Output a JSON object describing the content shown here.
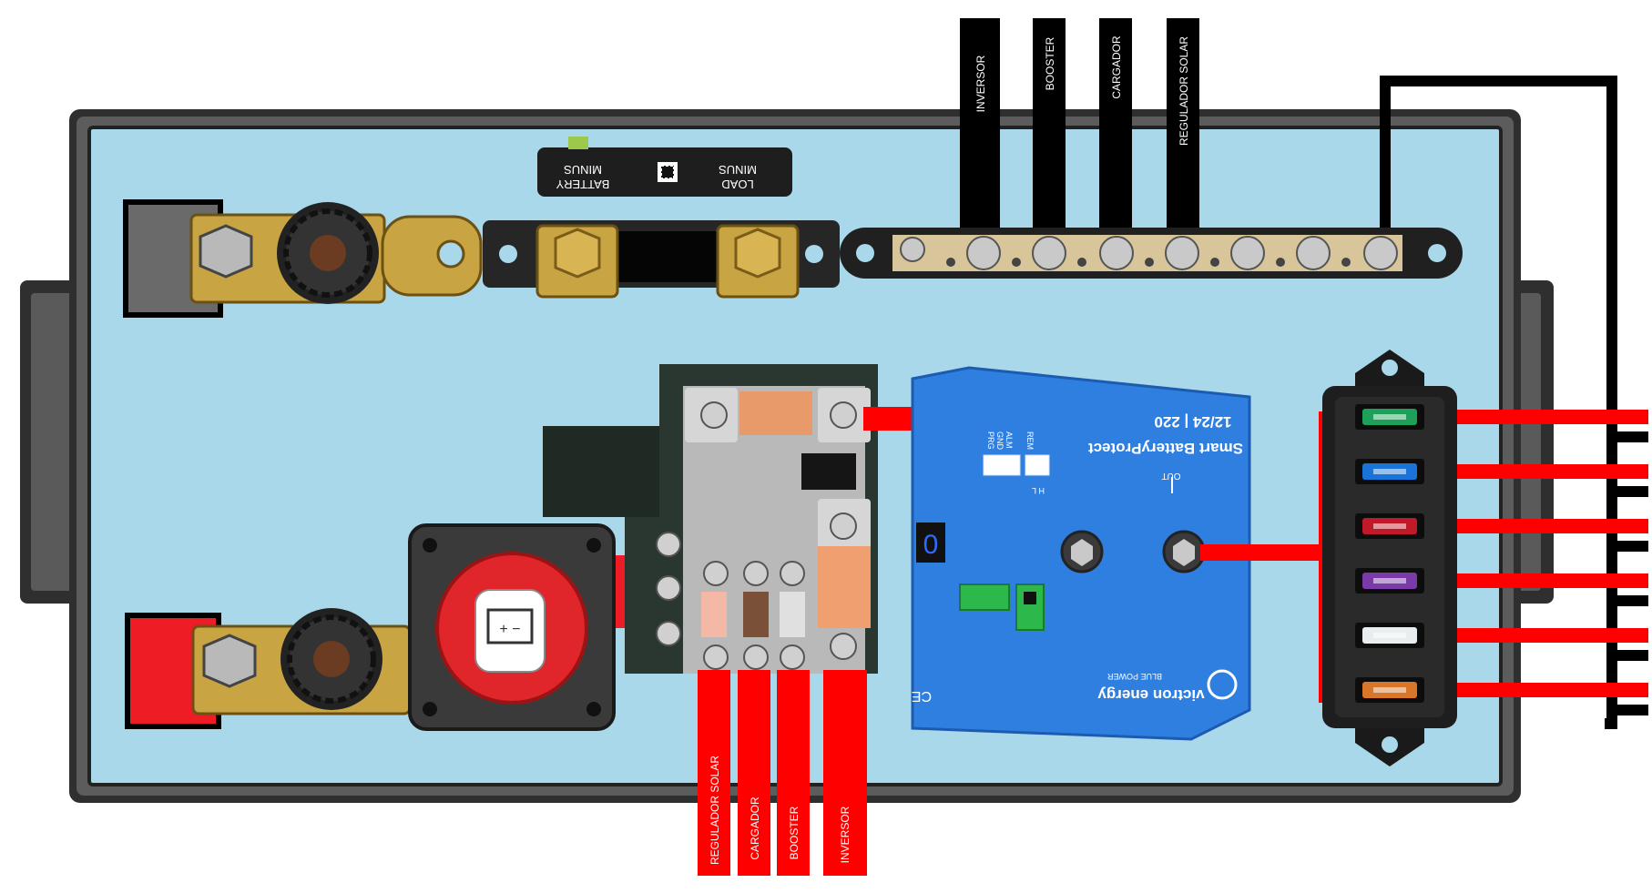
{
  "colors": {
    "panel": "#a8d8ea",
    "tray": "#3b3b3b",
    "red_wire": "#ff0000",
    "black_wire": "#000000",
    "victron_blue": "#2f7fe0",
    "brass": "#c8a442",
    "switch_red": "#e0262a"
  },
  "top_cables": [
    "INVERSOR",
    "BOOSTER",
    "CARGADOR",
    "REGULADOR SOLAR"
  ],
  "bottom_cables": [
    "REGULADOR SOLAR",
    "CARGADOR",
    "BOOSTER",
    "INVERSOR"
  ],
  "shunt": {
    "left_label": [
      "BATTERY",
      "MINUS"
    ],
    "right_label": [
      "LOAD",
      "MINUS"
    ]
  },
  "battery_protect": {
    "title": "Smart BatteryProtect",
    "rating": "12/24 | 220",
    "brand": "victron energy",
    "tagline": "BLUE POWER",
    "out_label": "OUT",
    "pins": [
      "PRG",
      "GND",
      "ALM",
      "REM"
    ],
    "hl": "H L",
    "display": "0",
    "ce": "CE"
  },
  "fuses": [
    {
      "color": "#1fa05a"
    },
    {
      "color": "#1a73d8"
    },
    {
      "color": "#c01a2a"
    },
    {
      "color": "#7a3aa8"
    },
    {
      "color": "#e8eef0"
    },
    {
      "color": "#d8772a"
    }
  ]
}
